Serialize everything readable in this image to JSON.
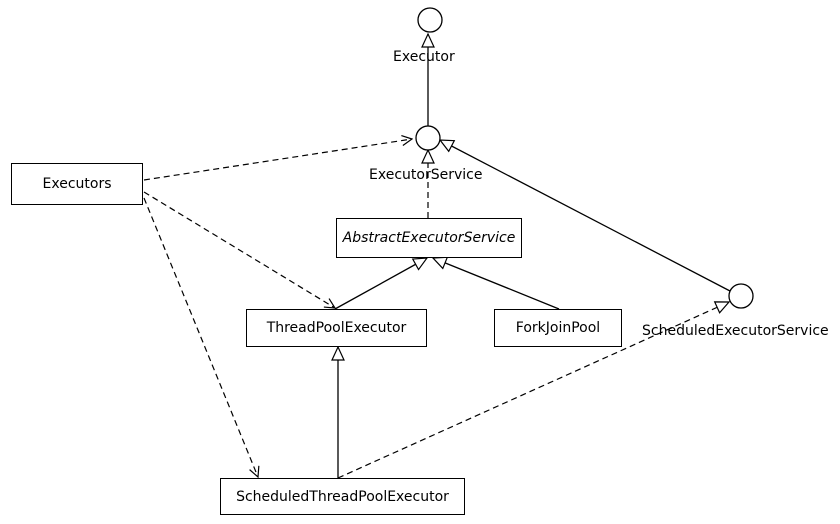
{
  "diagram": {
    "interfaces": {
      "executor": "Executor",
      "executor_service": "ExecutorService",
      "scheduled_executor_service": "ScheduledExecutorService"
    },
    "classes": {
      "executors": "Executors",
      "abstract_executor_service": "AbstractExecutorService",
      "thread_pool_executor": "ThreadPoolExecutor",
      "fork_join_pool": "ForkJoinPool",
      "scheduled_thread_pool_executor": "ScheduledThreadPoolExecutor"
    }
  }
}
